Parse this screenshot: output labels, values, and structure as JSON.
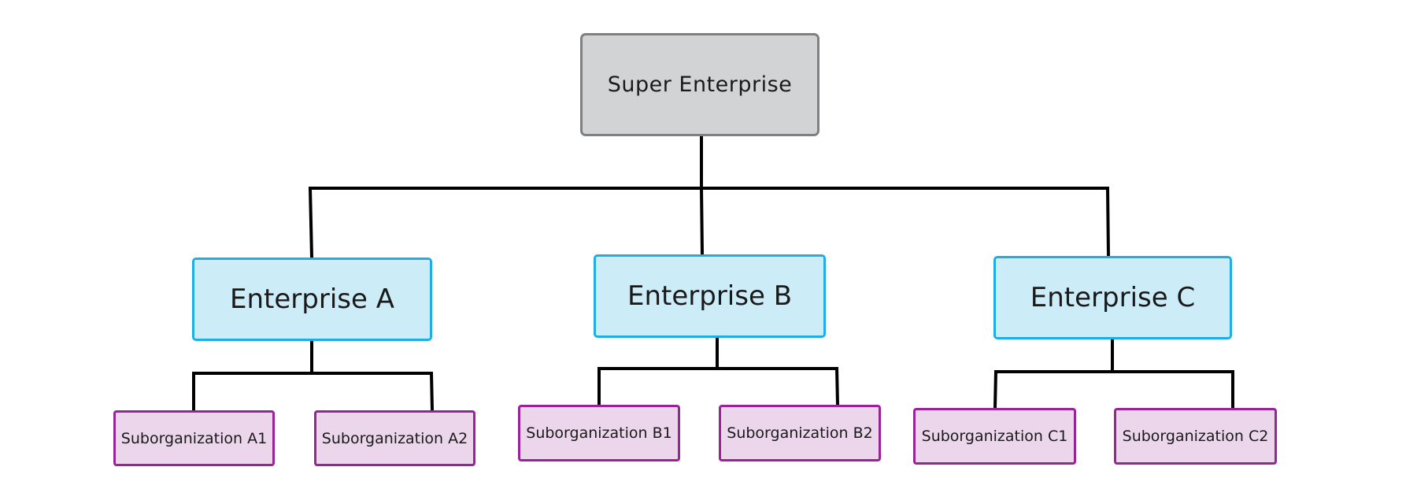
{
  "diagram": {
    "root": {
      "label": "Super Enterprise"
    },
    "enterprises": [
      {
        "label": "Enterprise A",
        "suborganizations": [
          "Suborganization A1",
          "Suborganization A2"
        ]
      },
      {
        "label": "Enterprise B",
        "suborganizations": [
          "Suborganization B1",
          "Suborganization B2"
        ]
      },
      {
        "label": "Enterprise C",
        "suborganizations": [
          "Suborganization C1",
          "Suborganization C2"
        ]
      }
    ],
    "colors": {
      "root_fill": "#d2d3d5",
      "root_border": "#808080",
      "enterprise_fill": "#ccedf8",
      "enterprise_border": "#1daee6",
      "suborganization_fill": "#ecd6ec",
      "suborganization_border": "#982497",
      "connector": "#000000"
    }
  }
}
